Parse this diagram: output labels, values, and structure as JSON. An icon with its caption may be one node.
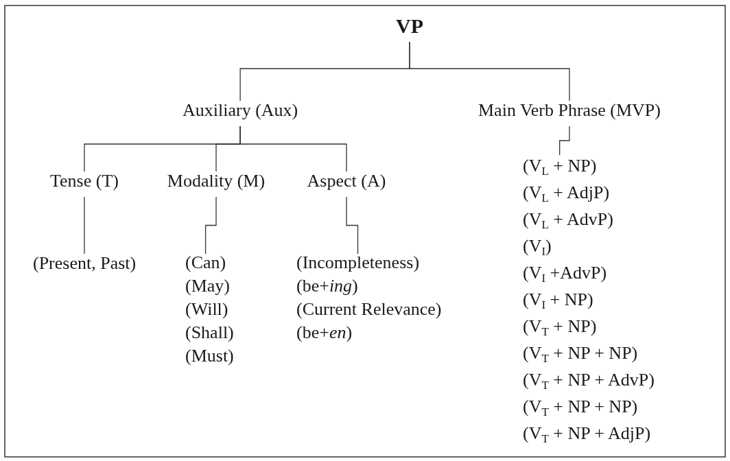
{
  "diagram": {
    "nodes": [
      {
        "text": [
          "VP"
        ]
      },
      {
        "text": [
          "Auxiliary (Aux)"
        ]
      },
      {
        "text": [
          "Main Verb Phrase (MVP)"
        ]
      },
      {
        "text": [
          "Tense (T)"
        ]
      },
      {
        "text": [
          "Modality (M)"
        ]
      },
      {
        "text": [
          "Aspect (A)"
        ]
      },
      {
        "text": [
          "(Present, Past)"
        ]
      },
      {
        "text": [
          "(Can)",
          "(May)",
          "(Will)",
          "(Shall)",
          "(Must)"
        ]
      },
      {
        "text": [
          "(Incompleteness)",
          "(be+*ing*)",
          "(Current Relevance)",
          "(be+*en*)"
        ]
      },
      {
        "text": [
          "(V$_{L}$ + NP)",
          "(V$_{L}$ + AdjP)",
          "(V$_{L}$ + AdvP)",
          "(V$_{I}$)",
          "(V$_{I}$ +AdvP)",
          "(V$_{I}$ + NP)",
          "(V$_{T}$ + NP)",
          "(V$_{T}$ + NP + NP)",
          "(V$_{T}$ + NP + AdvP)",
          "(V$_{T}$ + NP + NP)",
          "(V$_{T}$ + NP + AdjP)"
        ]
      }
    ],
    "edges": [
      {
        "from": 0,
        "to": 1,
        "arrow": "none"
      },
      {
        "from": 0,
        "to": 2,
        "arrow": "none"
      },
      {
        "from": 1,
        "to": 3,
        "arrow": "none"
      },
      {
        "from": 1,
        "to": 4,
        "arrow": "none"
      },
      {
        "from": 1,
        "to": 5,
        "arrow": "none"
      },
      {
        "from": 3,
        "to": 6,
        "arrow": "none"
      },
      {
        "from": 4,
        "to": 7,
        "arrow": "none"
      },
      {
        "from": 5,
        "to": 8,
        "arrow": "none"
      },
      {
        "from": 2,
        "to": 9,
        "arrow": "none"
      }
    ]
  }
}
